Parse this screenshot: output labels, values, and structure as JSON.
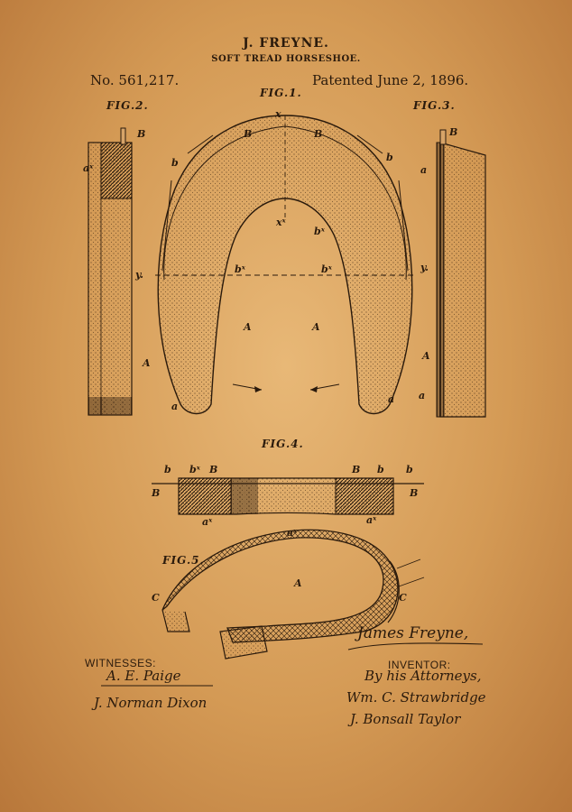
{
  "header": {
    "inventor_name": "J. FREYNE.",
    "title": "SOFT TREAD HORSESHOE.",
    "patent_number": "No. 561,217.",
    "patent_date": "Patented June 2, 1896."
  },
  "figures": {
    "fig1": "FIG.1.",
    "fig2": "FIG.2.",
    "fig3": "FIG.3.",
    "fig4": "FIG.4.",
    "fig5": "FIG.5."
  },
  "labels": {
    "A": "A",
    "B": "B",
    "C": "C",
    "a": "a",
    "a_x": "aˣ",
    "b": "b",
    "b_x": "bˣ",
    "x": "x",
    "x_x": "xˣ",
    "y": "y."
  },
  "footer": {
    "witnesses_label": "WITNESSES:",
    "inventor_label": "INVENTOR:",
    "inventor_signature": "James Freyne,",
    "witness_1": "A. E. Paige",
    "witness_2": "J. Norman Dixon",
    "attorneys_line": "By his Attorneys,",
    "attorney_1": "Wm. C. Strawbridge",
    "attorney_2": "J. Bonsall Taylor"
  }
}
